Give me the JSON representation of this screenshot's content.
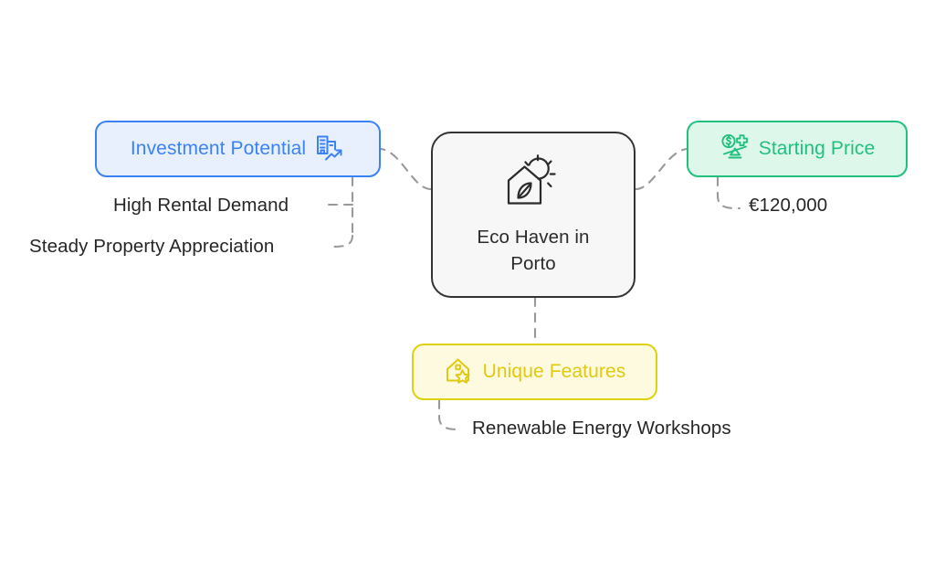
{
  "diagram": {
    "type": "mind-map",
    "background_color": "#ffffff",
    "connector_color": "#999999",
    "connector_style": "dashed",
    "center": {
      "label": "Eco Haven in Porto",
      "icon": "eco-house-sun-icon",
      "border_color": "#333333",
      "fill_color": "#f7f7f7",
      "text_color": "#2b2b2b"
    },
    "branches": [
      {
        "id": "investment-potential",
        "label": "Investment Potential",
        "icon": "building-growth-chart-icon",
        "icon_position": "after",
        "accent_color": "#3b82f6",
        "fill_color": "#e8f0fe",
        "position": "left",
        "children": [
          {
            "label": "High Rental Demand"
          },
          {
            "label": "Steady Property Appreciation"
          }
        ]
      },
      {
        "id": "starting-price",
        "label": "Starting Price",
        "icon": "balance-scale-dollar-icon",
        "icon_position": "before",
        "accent_color": "#22c07e",
        "fill_color": "#ddf7ea",
        "position": "right",
        "children": [
          {
            "label": "€120,000"
          }
        ]
      },
      {
        "id": "unique-features",
        "label": "Unique Features",
        "icon": "house-star-icon",
        "icon_position": "before",
        "accent_color": "#e0c90e",
        "fill_color": "#fdfae0",
        "position": "bottom",
        "children": [
          {
            "label": "Renewable Energy Workshops"
          }
        ]
      }
    ]
  }
}
